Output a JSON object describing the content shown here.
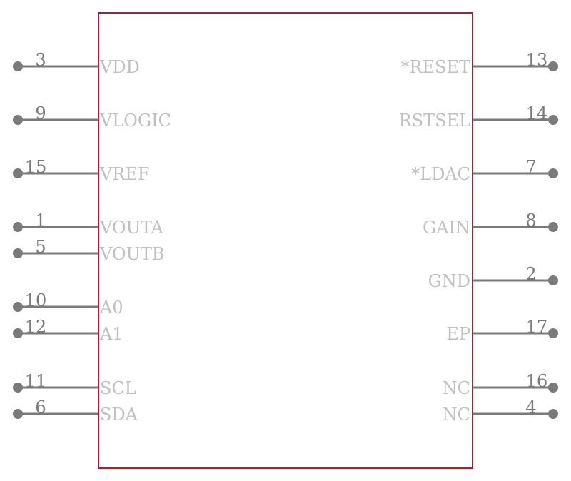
{
  "colors": {
    "body_outline": "#b5193a",
    "pin": "#7a7a7a",
    "pin_label": "#c0c0c0",
    "background": "#ffffff"
  },
  "left_pins": [
    {
      "number": "3",
      "name": "VDD"
    },
    {
      "number": "9",
      "name": "VLOGIC"
    },
    {
      "number": "15",
      "name": "VREF"
    },
    {
      "number": "1",
      "name": "VOUTA"
    },
    {
      "number": "5",
      "name": "VOUTB"
    },
    {
      "number": "10",
      "name": "A0"
    },
    {
      "number": "12",
      "name": "A1"
    },
    {
      "number": "11",
      "name": "SCL"
    },
    {
      "number": "6",
      "name": "SDA"
    }
  ],
  "right_pins": [
    {
      "number": "13",
      "name": "*RESET"
    },
    {
      "number": "14",
      "name": "RSTSEL"
    },
    {
      "number": "7",
      "name": "*LDAC"
    },
    {
      "number": "8",
      "name": "GAIN"
    },
    {
      "number": "2",
      "name": "GND"
    },
    {
      "number": "17",
      "name": "EP"
    },
    {
      "number": "16",
      "name": "NC"
    },
    {
      "number": "4",
      "name": "NC"
    }
  ]
}
